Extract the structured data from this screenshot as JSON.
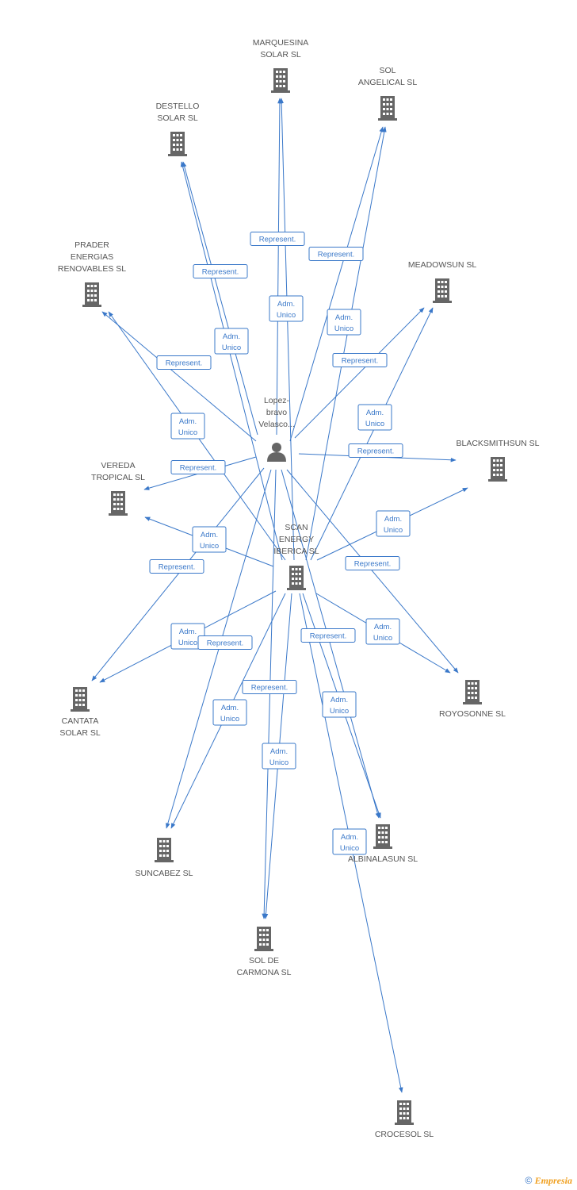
{
  "colors": {
    "edge": "#3a78c9",
    "node_icon": "#666666",
    "label_text": "#555555"
  },
  "nodes": {
    "person": {
      "label": [
        "Lopez-",
        "bravo",
        "Velasco..."
      ],
      "icon": "person-icon"
    },
    "scan": {
      "label": [
        "SCAN",
        "ENERGY",
        "IBERICA SL"
      ],
      "icon": "building-icon"
    },
    "marquesina": {
      "label": [
        "MARQUESINA",
        "SOLAR SL"
      ],
      "icon": "building-icon"
    },
    "angelical": {
      "label": [
        "SOL",
        "ANGELICAL SL"
      ],
      "icon": "building-icon"
    },
    "destello": {
      "label": [
        "DESTELLO",
        "SOLAR SL"
      ],
      "icon": "building-icon"
    },
    "prader": {
      "label": [
        "PRADER",
        "ENERGIAS",
        "RENOVABLES SL"
      ],
      "icon": "building-icon"
    },
    "meadowsun": {
      "label": [
        "MEADOWSUN SL"
      ],
      "icon": "building-icon"
    },
    "blacksmithsun": {
      "label": [
        "BLACKSMITHSUN SL"
      ],
      "icon": "building-icon"
    },
    "vereda": {
      "label": [
        "VEREDA",
        "TROPICAL SL"
      ],
      "icon": "building-icon"
    },
    "royosonne": {
      "label": [
        "ROYOSONNE SL"
      ],
      "icon": "building-icon"
    },
    "cantata": {
      "label": [
        "CANTATA",
        "SOLAR SL"
      ],
      "icon": "building-icon"
    },
    "suncabez": {
      "label": [
        "SUNCABEZ SL"
      ],
      "icon": "building-icon"
    },
    "albinalasun": {
      "label": [
        "ALBINALASUN SL"
      ],
      "icon": "building-icon"
    },
    "carmona": {
      "label": [
        "SOL DE",
        "CARMONA SL"
      ],
      "icon": "building-icon"
    },
    "crocesol": {
      "label": [
        "CROCESOL SL"
      ],
      "icon": "building-icon"
    }
  },
  "edges": [
    {
      "from": "person",
      "to": "marquesina",
      "label": [
        "Represent."
      ]
    },
    {
      "from": "scan",
      "to": "marquesina",
      "label": [
        "Adm.",
        "Unico"
      ]
    },
    {
      "from": "person",
      "to": "angelical",
      "label": [
        "Represent."
      ]
    },
    {
      "from": "scan",
      "to": "angelical",
      "label": [
        "Adm.",
        "Unico"
      ]
    },
    {
      "from": "person",
      "to": "destello",
      "label": [
        "Represent."
      ]
    },
    {
      "from": "scan",
      "to": "destello",
      "label": [
        "Adm.",
        "Unico"
      ]
    },
    {
      "from": "person",
      "to": "prader",
      "label": [
        "Represent."
      ]
    },
    {
      "from": "scan",
      "to": "prader",
      "label": [
        "Adm.",
        "Unico"
      ]
    },
    {
      "from": "person",
      "to": "meadowsun",
      "label": [
        "Represent."
      ]
    },
    {
      "from": "scan",
      "to": "meadowsun",
      "label": [
        "Adm.",
        "Unico"
      ]
    },
    {
      "from": "person",
      "to": "blacksmithsun",
      "label": [
        "Represent."
      ]
    },
    {
      "from": "scan",
      "to": "blacksmithsun",
      "label": [
        "Adm.",
        "Unico"
      ]
    },
    {
      "from": "person",
      "to": "vereda",
      "label": [
        "Represent."
      ]
    },
    {
      "from": "scan",
      "to": "vereda",
      "label": [
        "Adm.",
        "Unico"
      ]
    },
    {
      "from": "person",
      "to": "royosonne",
      "label": [
        "Represent."
      ]
    },
    {
      "from": "scan",
      "to": "royosonne",
      "label": [
        "Adm.",
        "Unico"
      ]
    },
    {
      "from": "person",
      "to": "cantata",
      "label": [
        "Represent."
      ]
    },
    {
      "from": "scan",
      "to": "cantata",
      "label": [
        "Adm.",
        "Unico"
      ]
    },
    {
      "from": "person",
      "to": "suncabez",
      "label": [
        "Represent."
      ]
    },
    {
      "from": "scan",
      "to": "suncabez",
      "label": [
        "Adm.",
        "Unico"
      ]
    },
    {
      "from": "person",
      "to": "albinalasun",
      "label": [
        "Represent."
      ]
    },
    {
      "from": "scan",
      "to": "albinalasun",
      "label": [
        "Adm.",
        "Unico"
      ]
    },
    {
      "from": "person",
      "to": "carmona",
      "label": [
        "Represent."
      ]
    },
    {
      "from": "scan",
      "to": "carmona",
      "label": [
        "Adm.",
        "Unico"
      ]
    },
    {
      "from": "scan",
      "to": "crocesol",
      "label": [
        "Adm.",
        "Unico"
      ]
    }
  ],
  "footer": {
    "copyright": "©",
    "brand": "Empresia",
    "icon": "copyright-icon"
  }
}
